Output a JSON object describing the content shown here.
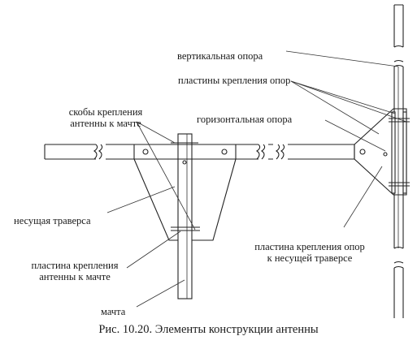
{
  "labels": {
    "vertical_support": "вертикальная опора",
    "support_plates": "пластины крепления опор",
    "horizontal_support": "горизонтальная опора",
    "mast_brackets_line1": "скобы крепления",
    "mast_brackets_line2": "антенны к мачте",
    "carrier_beam": "несущая траверса",
    "support_plate_line1": "пластина крепления опор",
    "support_plate_line2": "к несущей траверсе",
    "mast_plate_line1": "пластина крепления",
    "mast_plate_line2": "антенны к мачте",
    "mast": "мачта"
  },
  "caption": "Рис. 10.20. Элементы конструкции антенны"
}
